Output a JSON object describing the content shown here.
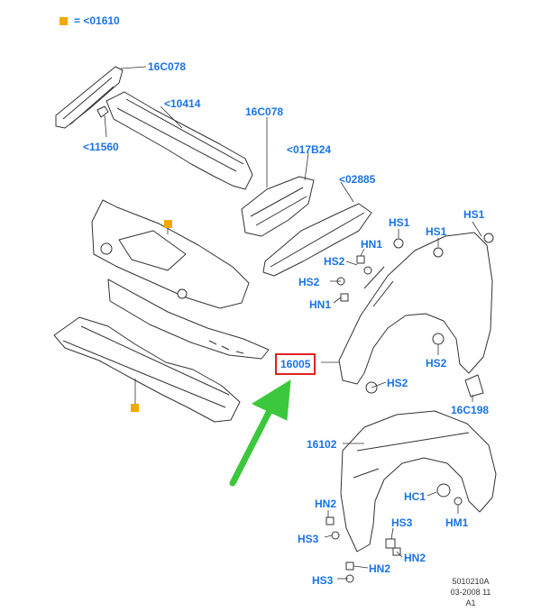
{
  "colors": {
    "label": "#1a73e8",
    "marker": "#f4a800",
    "highlight": "#e02020",
    "arrow": "#3cc83c",
    "line": "#333333"
  },
  "legend": {
    "text": "= <01610"
  },
  "labels": {
    "p16c078_top": "16C078",
    "p10414": "<10414",
    "p11560": "<11560",
    "p16c078_mid": "16C078",
    "p017b24": "<017B24",
    "p02885": "<02885",
    "hs1_a": "HS1",
    "hs1_b": "HS1",
    "hs1_c": "HS1",
    "hn1_a": "HN1",
    "hs2_a": "HS2",
    "hs2_b": "HS2",
    "hn1_b": "HN1",
    "p16005": "16005",
    "hs2_c": "HS2",
    "hs2_d": "HS2",
    "p16c198": "16C198",
    "p16102": "16102",
    "hc1": "HC1",
    "hm1": "HM1",
    "hn2_a": "HN2",
    "hs3_a": "HS3",
    "hs3_b": "HS3",
    "hn2_b": "HN2",
    "hn2_c": "HN2",
    "hs3_c": "HS3"
  },
  "footer": {
    "ref": "5010210A",
    "date": "03-2008 11",
    "rev": "A1"
  }
}
